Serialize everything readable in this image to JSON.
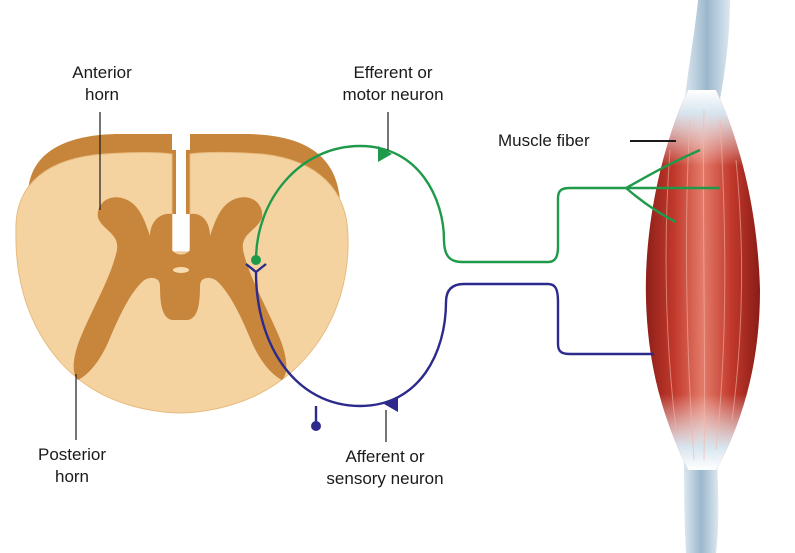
{
  "labels": {
    "anterior_horn": [
      "Anterior",
      "horn"
    ],
    "posterior_horn": [
      "Posterior",
      "horn"
    ],
    "efferent": [
      "Efferent or",
      "motor neuron"
    ],
    "afferent": [
      "Afferent or",
      "sensory neuron"
    ],
    "muscle_fiber": "Muscle fiber"
  },
  "colors": {
    "white_matter": "#f3d19e",
    "white_matter_top": "#c8873a",
    "gray_matter": "#c9853c",
    "efferent_neuron": "#1f9a4a",
    "afferent_neuron": "#2c2a8c",
    "muscle": "#c0392b",
    "tendon": "#c9dbe8"
  }
}
